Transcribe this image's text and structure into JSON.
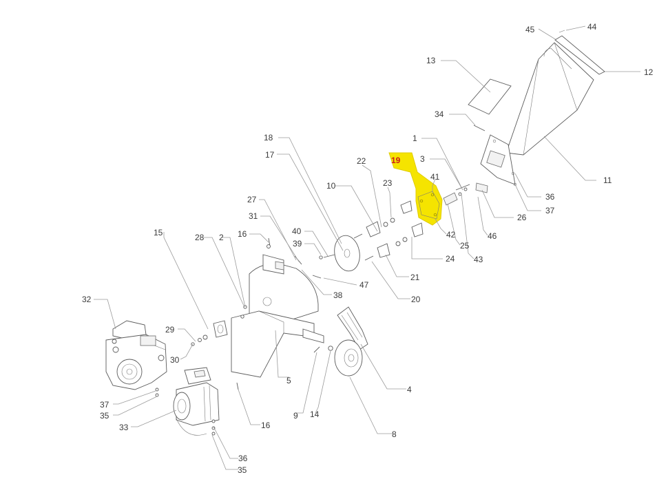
{
  "highlight_color": "#f5e400",
  "highlight_label_color": "#cc1a1a",
  "callouts": [
    {
      "id": "45",
      "text": "45"
    },
    {
      "id": "44",
      "text": "44"
    },
    {
      "id": "12",
      "text": "12"
    },
    {
      "id": "13",
      "text": "13"
    },
    {
      "id": "34",
      "text": "34"
    },
    {
      "id": "1",
      "text": "1"
    },
    {
      "id": "3",
      "text": "3"
    },
    {
      "id": "11",
      "text": "11"
    },
    {
      "id": "19",
      "text": "19"
    },
    {
      "id": "41",
      "text": "41"
    },
    {
      "id": "36a",
      "text": "36"
    },
    {
      "id": "37a",
      "text": "37"
    },
    {
      "id": "26",
      "text": "26"
    },
    {
      "id": "22",
      "text": "22"
    },
    {
      "id": "23",
      "text": "23"
    },
    {
      "id": "10",
      "text": "10"
    },
    {
      "id": "18",
      "text": "18"
    },
    {
      "id": "17",
      "text": "17"
    },
    {
      "id": "27",
      "text": "27"
    },
    {
      "id": "31",
      "text": "31"
    },
    {
      "id": "16a",
      "text": "16"
    },
    {
      "id": "40",
      "text": "40"
    },
    {
      "id": "39",
      "text": "39"
    },
    {
      "id": "42",
      "text": "42"
    },
    {
      "id": "25",
      "text": "25"
    },
    {
      "id": "46",
      "text": "46"
    },
    {
      "id": "43",
      "text": "43"
    },
    {
      "id": "24",
      "text": "24"
    },
    {
      "id": "21",
      "text": "21"
    },
    {
      "id": "47",
      "text": "47"
    },
    {
      "id": "20",
      "text": "20"
    },
    {
      "id": "38",
      "text": "38"
    },
    {
      "id": "15",
      "text": "15"
    },
    {
      "id": "28",
      "text": "28"
    },
    {
      "id": "2",
      "text": "2"
    },
    {
      "id": "32",
      "text": "32"
    },
    {
      "id": "29",
      "text": "29"
    },
    {
      "id": "30",
      "text": "30"
    },
    {
      "id": "5",
      "text": "5"
    },
    {
      "id": "4",
      "text": "4"
    },
    {
      "id": "37b",
      "text": "37"
    },
    {
      "id": "35a",
      "text": "35"
    },
    {
      "id": "33",
      "text": "33"
    },
    {
      "id": "16b",
      "text": "16"
    },
    {
      "id": "9",
      "text": "9"
    },
    {
      "id": "14",
      "text": "14"
    },
    {
      "id": "8",
      "text": "8"
    },
    {
      "id": "36b",
      "text": "36"
    },
    {
      "id": "35b",
      "text": "35"
    }
  ]
}
